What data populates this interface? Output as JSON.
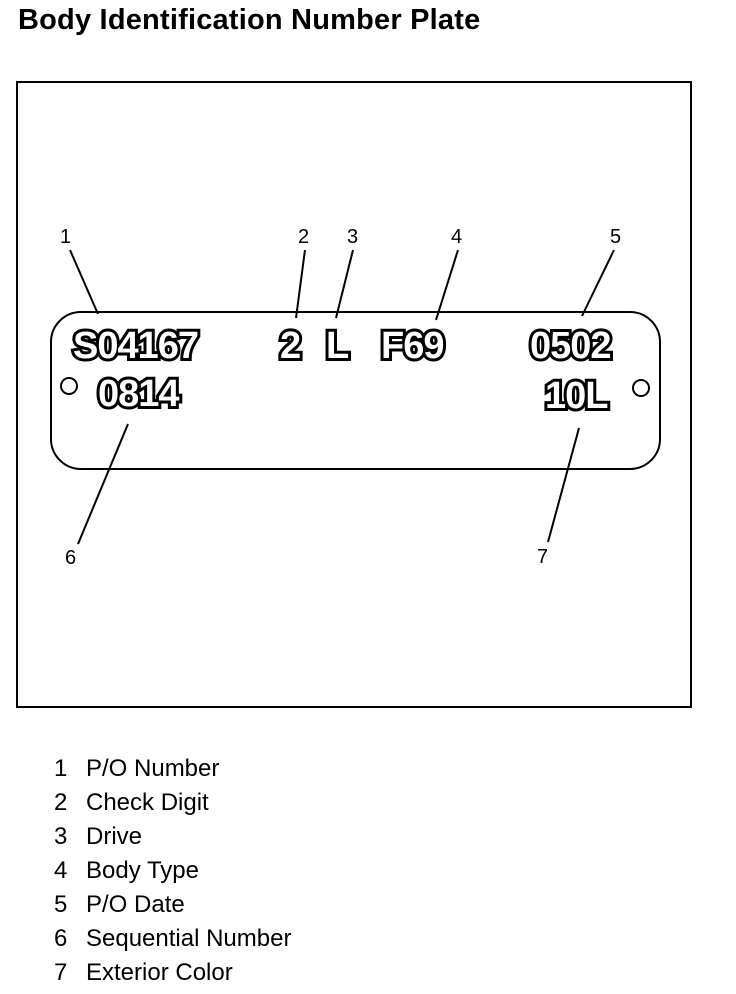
{
  "title": "Body Identification Number Plate",
  "plate": {
    "po_number": "S04167",
    "check_digit": "2",
    "drive": "L",
    "body_type": "F69",
    "po_date": "0502",
    "sequential_number": "0814",
    "exterior_color": "10L"
  },
  "callouts": [
    "1",
    "2",
    "3",
    "4",
    "5",
    "6",
    "7"
  ],
  "legend": [
    {
      "num": "1",
      "label": "P/O Number"
    },
    {
      "num": "2",
      "label": "Check Digit"
    },
    {
      "num": "3",
      "label": "Drive"
    },
    {
      "num": "4",
      "label": "Body Type"
    },
    {
      "num": "5",
      "label": "P/O Date"
    },
    {
      "num": "6",
      "label": "Sequential Number"
    },
    {
      "num": "7",
      "label": "Exterior Color"
    }
  ]
}
